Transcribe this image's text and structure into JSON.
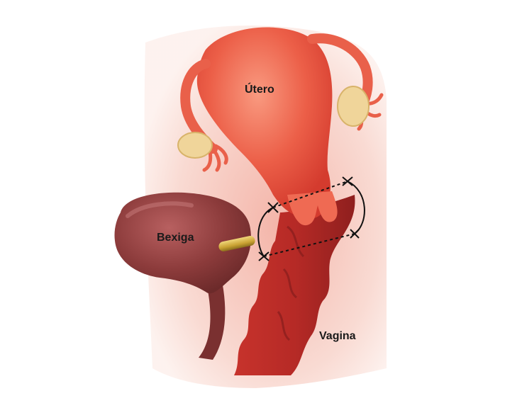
{
  "labels": {
    "uterus": "Útero",
    "bladder": "Bexiga",
    "vagina": "Vagina"
  },
  "colors": {
    "background": "#ffffff",
    "tissue_pink": "#f6c9bf",
    "uterus": "#e8503f",
    "uterus_highlight": "#f58a72",
    "vagina_wall": "#b62a26",
    "bladder": "#8c3b3b",
    "bladder_highlight": "#b86060",
    "ovary": "#f0d59a",
    "suture": "#111111",
    "catheter": "#d4b24a"
  },
  "icons": [
    "surgical-suture",
    "catheter"
  ]
}
